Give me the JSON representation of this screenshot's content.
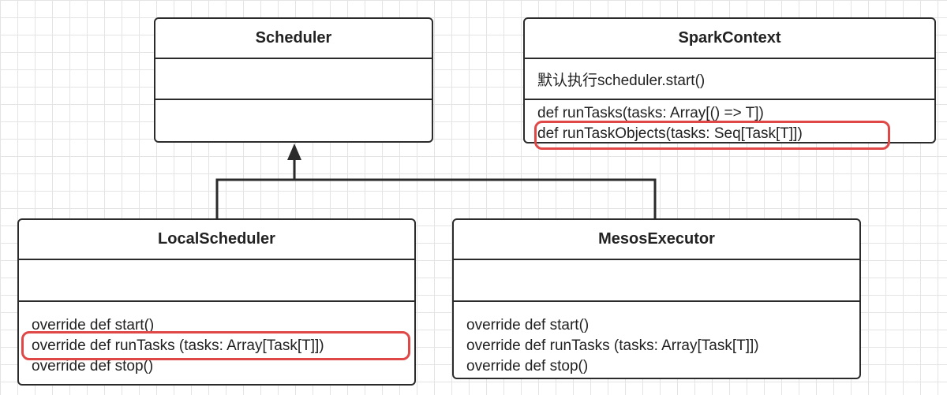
{
  "diagram": {
    "classes": {
      "scheduler": {
        "name": "Scheduler",
        "attributes": "",
        "operations": []
      },
      "spark_context": {
        "name": "SparkContext",
        "attributes": "默认执行scheduler.start()",
        "operations": [
          "def runTasks(tasks: Array[() => T])",
          "def runTaskObjects(tasks: Seq[Task[T]])"
        ]
      },
      "local_scheduler": {
        "name": "LocalScheduler",
        "attributes": "",
        "operations": [
          "override def start()",
          "override def runTasks (tasks: Array[Task[T]])",
          "override def stop()"
        ]
      },
      "mesos_executor": {
        "name": "MesosExecutor",
        "attributes": "",
        "operations": [
          "override def start()",
          "override def runTasks (tasks: Array[Task[T]])",
          "override def stop()"
        ]
      }
    },
    "relations": [
      {
        "type": "inheritance",
        "from": "LocalScheduler",
        "to": "Scheduler"
      },
      {
        "type": "inheritance",
        "from": "MesosExecutor",
        "to": "Scheduler"
      }
    ],
    "highlights": [
      {
        "class": "SparkContext",
        "operation": "def runTaskObjects(tasks: Seq[Task[T]])"
      },
      {
        "class": "LocalScheduler",
        "operation": "override def runTasks (tasks: Array[Task[T]])"
      }
    ],
    "colors": {
      "line": "#2b2b2b",
      "highlight": "#e04848",
      "grid": "#e4e4e4"
    }
  }
}
